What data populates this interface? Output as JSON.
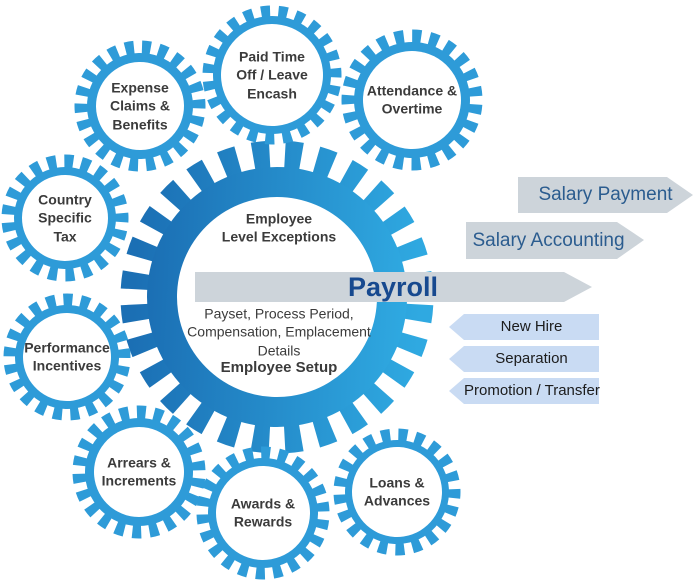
{
  "diagram": {
    "center": {
      "top_label": "Employee\nLevel Exceptions",
      "banner": "Payroll",
      "detail_text": "Payset, Process Period,\nCompensation, Emplacement\nDetails",
      "bottom_label": "Employee Setup"
    },
    "gears": [
      {
        "id": "expense-claims-benefits",
        "label": "Expense\nClaims &\nBenefits"
      },
      {
        "id": "paid-time-off-leave-encash",
        "label": "Paid Time\nOff / Leave\nEncash"
      },
      {
        "id": "attendance-overtime",
        "label": "Attendance &\nOvertime"
      },
      {
        "id": "country-specific-tax",
        "label": "Country\nSpecific\nTax"
      },
      {
        "id": "performance-incentives",
        "label": "Performance\nIncentives"
      },
      {
        "id": "arrears-increments",
        "label": "Arrears &\nIncrements"
      },
      {
        "id": "awards-rewards",
        "label": "Awards &\nRewards"
      },
      {
        "id": "loans-advances",
        "label": "Loans &\nAdvances"
      }
    ],
    "outputs": [
      {
        "label": "Salary Payment"
      },
      {
        "label": "Salary Accounting"
      }
    ],
    "inputs": [
      {
        "label": "New Hire"
      },
      {
        "label": "Separation"
      },
      {
        "label": "Promotion / Transfer"
      }
    ],
    "colors": {
      "small_gear_blue": "#2E9BD8",
      "center_gear_gradient_start": "#1B6FB4",
      "center_gear_gradient_end": "#2FA9E1",
      "output_arrow_fill": "#CDD4DA",
      "input_arrow_fill": "#C9DBF3",
      "banner_fill": "#CDD4DA",
      "banner_text": "#17498F",
      "output_text": "#2B5C8F",
      "gear_text": "#3B3B3B",
      "input_text": "#1C1C1C",
      "background": "#FFFFFF"
    }
  }
}
